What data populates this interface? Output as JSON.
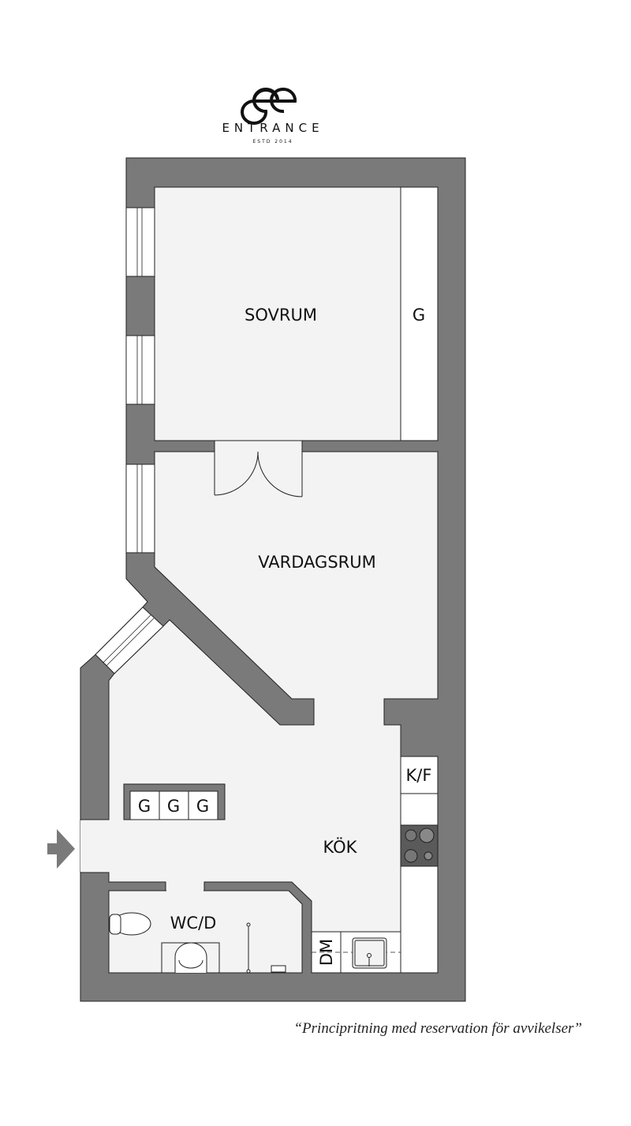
{
  "logo": {
    "name": "ENTRANCE",
    "tagline": "ESTD 2014",
    "monogram": "ee"
  },
  "rooms": {
    "sovrum": "SOVRUM",
    "vardagsrum": "VARDAGSRUM",
    "kok": "KÖK",
    "wc": "WC/D"
  },
  "fixtures": {
    "wardrobe_bedroom": "G",
    "wardrobes_hall": [
      "G",
      "G",
      "G"
    ],
    "fridge": "K/F",
    "dishwasher": "DM"
  },
  "caption": "“Principritning med reservation för avvikelser”",
  "colors": {
    "wall": "#7a7a7a",
    "floor": "#f3f3f3",
    "stroke": "#222222"
  }
}
